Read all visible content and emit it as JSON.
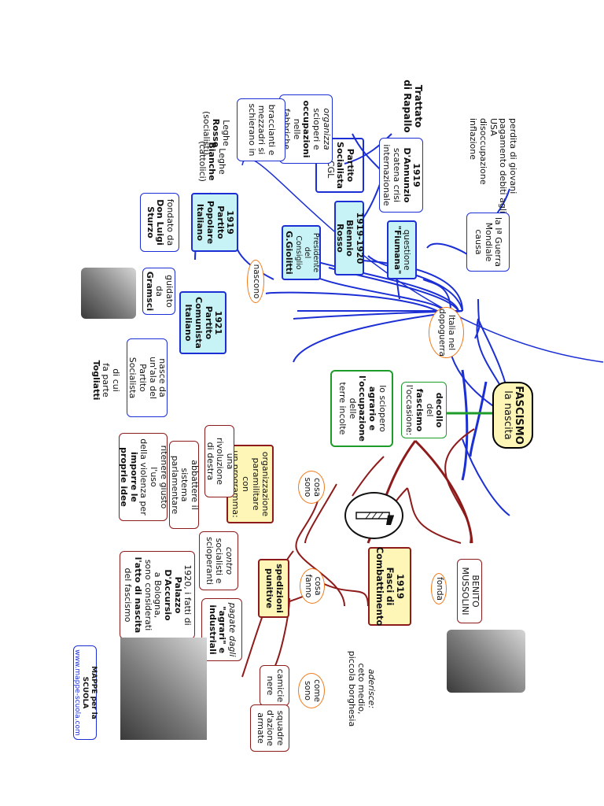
{
  "central": {
    "line1": "FASCISMO",
    "line2": "la nascita"
  },
  "causes": {
    "war_oval": [
      "la Iª Guerra",
      "Mondiale",
      "causa"
    ],
    "items": [
      "perdita di giovani",
      "pagamento debiti agli USA",
      "disoccupazione",
      "inflazione"
    ]
  },
  "postwar": {
    "oval": [
      "Italia nel",
      "dopoguerra"
    ],
    "fiume_q": [
      "questione",
      "\"Fiumana\""
    ],
    "dannunzio": [
      "1919",
      "D'Annunzio",
      "scatena crisi",
      "internazionale"
    ],
    "rapallo": [
      "Trattato",
      "di Rapallo"
    ],
    "biennio": [
      "1919-1920",
      "Biennio Rosso"
    ],
    "psi": [
      "Partito",
      "Socialista",
      "e CGL"
    ],
    "organizza": [
      "organizza",
      "scioperi e",
      "occupazioni",
      "nelle fabbriche"
    ],
    "braccianti": [
      "braccianti e",
      "mezzadri si",
      "schierano in"
    ],
    "rosse": [
      "Leghe",
      "Rosse",
      "(socialisti)"
    ],
    "bianche": [
      "Leghe",
      "Bianche",
      "(cattolici)"
    ],
    "giolitti": [
      "Presidente",
      "del Consiglio",
      "G.Giolitti"
    ],
    "nascono": "nascono",
    "ppi": [
      "1919",
      "Partito",
      "Popolare",
      "Italiano"
    ],
    "sturzo": [
      "fondato da",
      "Don Luigi",
      "Sturzo"
    ],
    "pci": [
      "1921",
      "Partito",
      "Comunista",
      "Italiano"
    ],
    "gramsci": [
      "guidato da",
      "Gramsci"
    ],
    "ala": [
      "nasce da",
      "un'ala del",
      "Partito Socialista"
    ],
    "togliatti": [
      "di cui",
      "fa parte",
      "Togliatti"
    ]
  },
  "decollo": {
    "box": [
      "decollo",
      "del",
      "fascismo",
      "l'occasione:"
    ],
    "sciopero": [
      "lo sciopero",
      "agrario e",
      "l'occupazione",
      "delle",
      "terre incolte"
    ]
  },
  "mussolini": {
    "name": [
      "BENITO",
      "MUSSOLINI"
    ],
    "fonda": "fonda",
    "fasci": [
      "1919",
      "Fasci di",
      "Combattimento"
    ],
    "cosa_sono": [
      "cosa",
      "sono"
    ],
    "org": [
      "organizzazione",
      "paramilitare con",
      "un programma:"
    ],
    "rivoluzione": [
      "una rivoluzione",
      "di destra"
    ],
    "abbattere": [
      "abbattere il",
      "sistema parlamentare"
    ],
    "violenza": [
      "ritenere giusto l'uso",
      "della violenza per",
      "imporre le",
      "proprie idee"
    ],
    "cosa_fanno": [
      "cosa",
      "fanno"
    ],
    "spedizioni": [
      "spedizioni",
      "punitive"
    ],
    "contro": [
      "contro",
      "socialisti e",
      "scioperanti"
    ],
    "pagate": [
      "pagate dagli",
      "\"agrari\" e",
      "industriali"
    ],
    "accursio": [
      "1920, i fatti di",
      "Palazzo",
      "D'Accursio",
      "a Bologna,",
      "sono considerati",
      "l'atto di nascita",
      "del fascismo"
    ],
    "aderisce": [
      "aderisce:",
      "ceto medio,",
      "piccola borghesia"
    ],
    "come_sono": [
      "come",
      "sono"
    ],
    "camicie": [
      "camicie",
      "nere"
    ],
    "squadre": [
      "squadre",
      "d'azione",
      "armate"
    ]
  },
  "footer": {
    "brand": "MAPPE per la SCUOLA",
    "url": "www.mappe-scuola.com"
  },
  "colors": {
    "blue": "#1b2fd4",
    "green": "#1d9c2a",
    "darkred": "#8e1b1b",
    "orange": "#f07a1a",
    "cyan": "#c7f3f6",
    "yellow": "#fdf6b6"
  }
}
